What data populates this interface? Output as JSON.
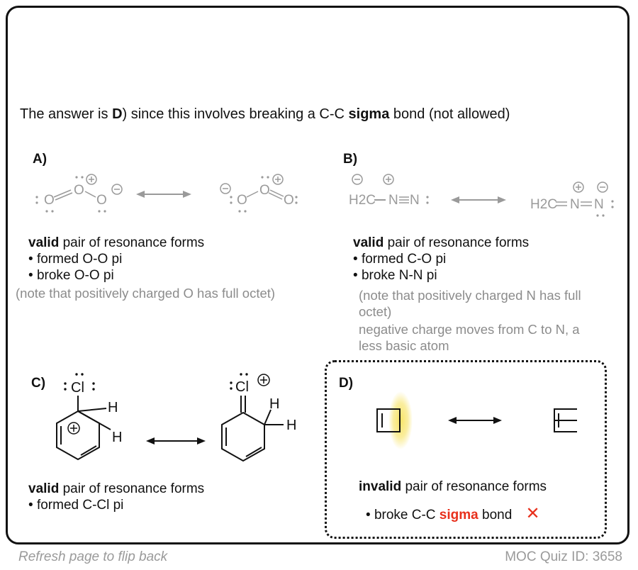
{
  "answer": {
    "prefix": "The answer is ",
    "letter": "D",
    "middle": ") since this involves breaking a C-C ",
    "sigma": "sigma",
    "suffix": " bond (not allowed)"
  },
  "panels": {
    "a": {
      "label": "A)",
      "verdict_bold": "valid",
      "verdict_rest": " pair of resonance forms",
      "bullets": [
        "formed O-O pi",
        "broke O-O pi"
      ],
      "note": "(note that positively charged O has full octet)"
    },
    "b": {
      "label": "B)",
      "verdict_bold": "valid",
      "verdict_rest": " pair of resonance forms",
      "bullets": [
        "formed C-O pi",
        "broke N-N pi"
      ],
      "note1": "(note that positively charged N has full octet)",
      "note2": "negative charge moves from C to N, a less basic atom"
    },
    "c": {
      "label": "C)",
      "verdict_bold": "valid",
      "verdict_rest": " pair of resonance forms",
      "bullets": [
        "formed C-Cl pi"
      ]
    },
    "d": {
      "label": "D)",
      "verdict_bold": "invalid",
      "verdict_rest": " pair of resonance forms",
      "bullet_pre": "broke C-C ",
      "bullet_sigma": "sigma",
      "bullet_post": " bond",
      "mark": "✕"
    }
  },
  "molecules": {
    "o": "O",
    "h2c": "H2C",
    "n": "N",
    "cl": "Cl",
    "h": "H",
    "plus": "+",
    "minus": "−",
    "lone_pair": ":"
  },
  "colors": {
    "highlight": "#f7e25e",
    "red": "#e8301c",
    "grey": "#8c8c8c"
  },
  "footer": {
    "left": "Refresh page to flip back",
    "right": "MOC Quiz ID: 3658"
  }
}
